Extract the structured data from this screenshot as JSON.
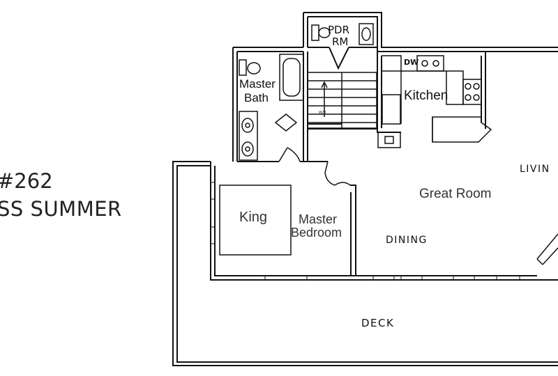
{
  "listing": {
    "number": "#262",
    "name": "SS SUMMER"
  },
  "rooms": {
    "pdr": [
      "PDR",
      "RM"
    ],
    "master_bath": [
      "Master",
      "Bath"
    ],
    "kitchen": "Kitchen",
    "great_room": "Great Room",
    "living": "LIVIN",
    "king": "King",
    "master_bedroom": [
      "Master",
      "Bedroom"
    ],
    "dining": "DINING",
    "deck": "DECK"
  },
  "appliances": {
    "dishwasher": "DW",
    "washer_dryer": "W/D"
  },
  "colors": {
    "line": "#111111",
    "text": "#222222",
    "background": "#ffffff"
  }
}
